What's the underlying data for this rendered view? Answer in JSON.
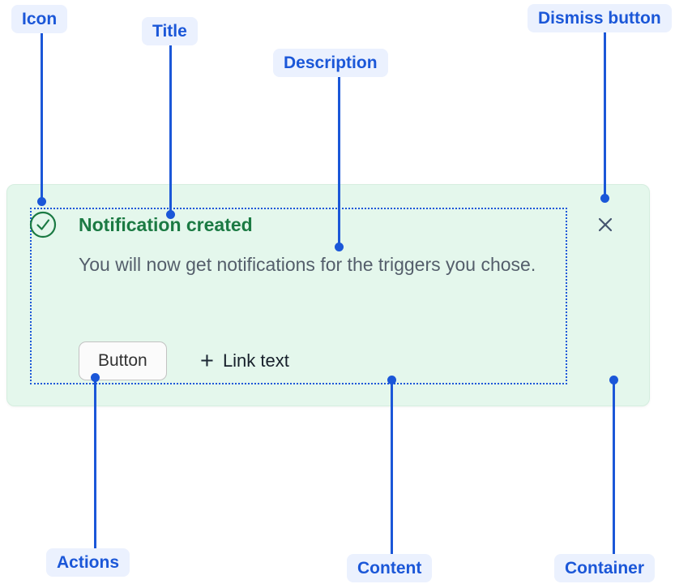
{
  "annotations": {
    "icon": "Icon",
    "title": "Title",
    "description": "Description",
    "dismiss_button": "Dismiss button",
    "actions": "Actions",
    "content": "Content",
    "container": "Container"
  },
  "flag": {
    "title": "Notification created",
    "description": "You will now get notifications for the triggers you chose.",
    "actions": {
      "button_label": "Button",
      "plus_glyph": "+",
      "link_label": "Link text"
    }
  },
  "colors": {
    "annotation_blue": "#1B57D8",
    "annotation_pill_bg": "#EBF1FE",
    "success_green": "#1B7A43",
    "flag_background": "#E4F7EC",
    "flag_border": "#D5EEDF",
    "description_text": "#545E6B",
    "dark_text": "#17202B",
    "content_outline": "#1B57D8"
  }
}
